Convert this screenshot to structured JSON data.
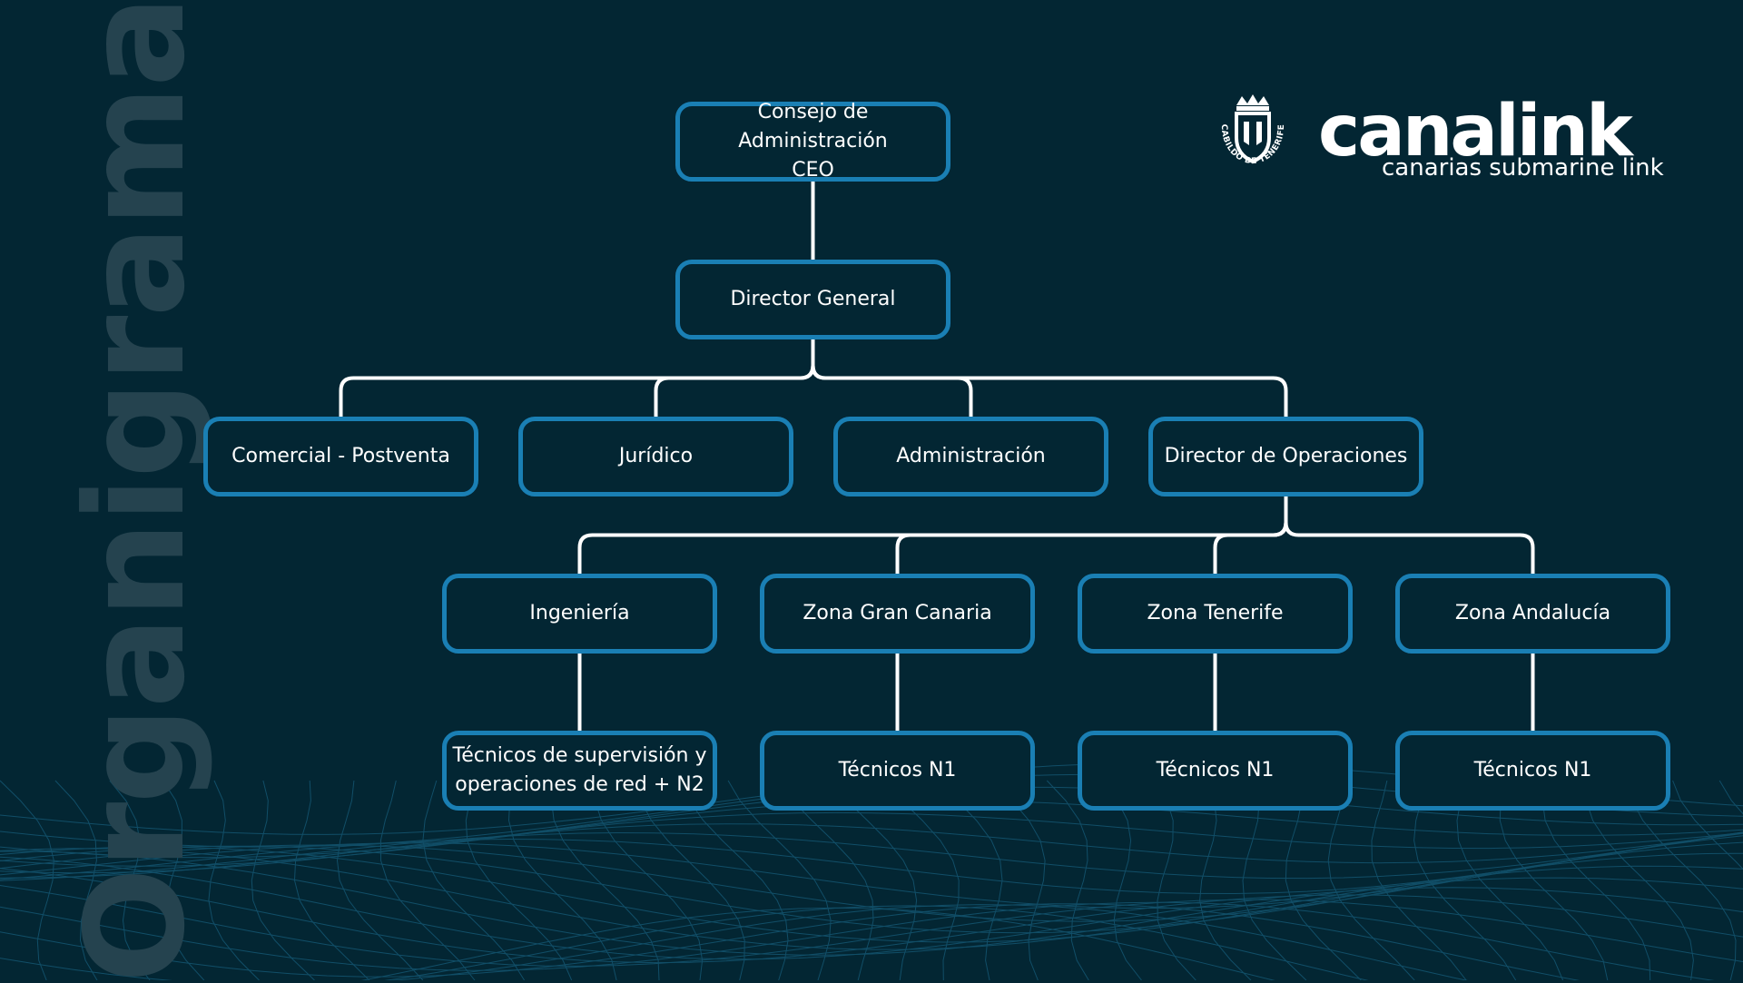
{
  "page": {
    "side_title": "Organigrama",
    "background_color": "#032633",
    "accent_color": "#1a7fb4"
  },
  "logo": {
    "crest_text": "CABILDO DE TENERIFE",
    "brand_name": "canalink",
    "tagline": "canarias submarine link"
  },
  "org_chart": {
    "nodes": [
      {
        "id": "ceo",
        "label": "Consejo de Administración\nCEO"
      },
      {
        "id": "director-general",
        "label": "Director General"
      },
      {
        "id": "comercial-postventa",
        "label": "Comercial - Postventa"
      },
      {
        "id": "juridico",
        "label": "Jurídico"
      },
      {
        "id": "administracion",
        "label": "Administración"
      },
      {
        "id": "director-operaciones",
        "label": "Director de Operaciones"
      },
      {
        "id": "ingenieria",
        "label": "Ingeniería"
      },
      {
        "id": "zona-gran-canaria",
        "label": "Zona Gran Canaria"
      },
      {
        "id": "zona-tenerife",
        "label": "Zona Tenerife"
      },
      {
        "id": "zona-andalucia",
        "label": "Zona Andalucía"
      },
      {
        "id": "tecnicos-supervision",
        "label": "Técnicos de supervisión y\noperaciones de red + N2"
      },
      {
        "id": "tecnicos-n1-gran-canaria",
        "label": "Técnicos N1"
      },
      {
        "id": "tecnicos-n1-tenerife",
        "label": "Técnicos N1"
      },
      {
        "id": "tecnicos-n1-andalucia",
        "label": "Técnicos N1"
      }
    ],
    "edges": [
      [
        "ceo",
        "director-general"
      ],
      [
        "director-general",
        "comercial-postventa"
      ],
      [
        "director-general",
        "juridico"
      ],
      [
        "director-general",
        "administracion"
      ],
      [
        "director-general",
        "director-operaciones"
      ],
      [
        "director-operaciones",
        "ingenieria"
      ],
      [
        "director-operaciones",
        "zona-gran-canaria"
      ],
      [
        "director-operaciones",
        "zona-tenerife"
      ],
      [
        "director-operaciones",
        "zona-andalucia"
      ],
      [
        "ingenieria",
        "tecnicos-supervision"
      ],
      [
        "zona-gran-canaria",
        "tecnicos-n1-gran-canaria"
      ],
      [
        "zona-tenerife",
        "tecnicos-n1-tenerife"
      ],
      [
        "zona-andalucia",
        "tecnicos-n1-andalucia"
      ]
    ]
  }
}
